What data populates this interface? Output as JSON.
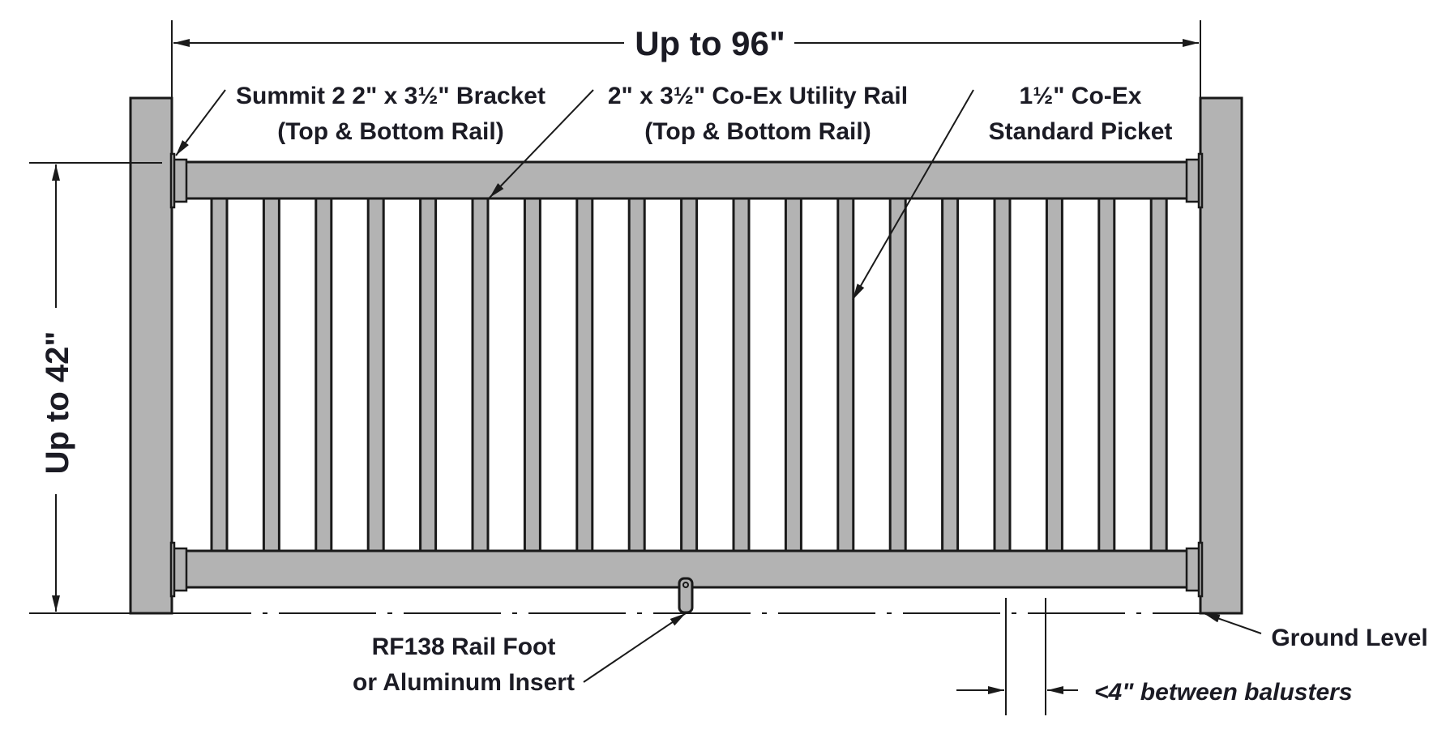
{
  "dimensions": {
    "width_label": "Up to 96\"",
    "height_label": "Up to 42\"",
    "spacing_label": "<4\" between balusters"
  },
  "callouts": {
    "bracket": [
      "Summit 2 2\" x 3½\" Bracket",
      "(Top & Bottom Rail)"
    ],
    "rail": [
      "2\" x 3½\" Co-Ex Utility Rail",
      "(Top & Bottom Rail)"
    ],
    "picket": [
      "1½\" Co-Ex",
      "Standard Picket"
    ],
    "rail_foot": [
      "RF138 Rail Foot",
      "or Aluminum Insert"
    ],
    "ground": "Ground Level"
  },
  "colors": {
    "material": "#b3b3b3",
    "outline": "#1a1a1a"
  }
}
